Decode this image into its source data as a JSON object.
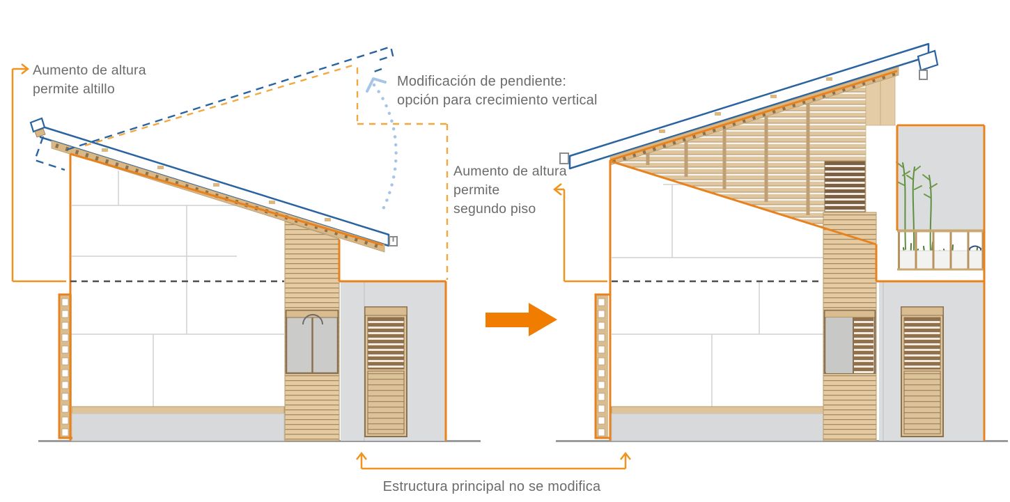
{
  "annotations": {
    "left_note": {
      "lines": [
        "Aumento de altura",
        "permite altillo"
      ]
    },
    "center_note": {
      "lines": [
        "Modificación de pendiente:",
        "opción para crecimiento vertical"
      ]
    },
    "right_note": {
      "lines": [
        "Aumento de altura",
        "permite",
        "segundo piso"
      ]
    },
    "bottom_note": {
      "text": "Estructura principal no se modifica"
    }
  },
  "icons": {
    "transform_arrow": "solid-right-arrow",
    "left_note_arrow": "arrow-right",
    "right_note_arrow": "arrow-left",
    "bottom_note_arrows": "arrow-up-pair",
    "pivot_arrow": "curved-dotted-arrow-up"
  },
  "colors": {
    "annotation_text": "#6B6B6B",
    "structure_orange": "#E8821E",
    "bracket_orange": "#F0941F",
    "arrow_orange": "#F07D00",
    "amber_dashed": "#F0A83F",
    "roof_blue": "#2A64A0",
    "dotted_light_blue": "#A6C5E8",
    "ground_gray": "#9B9B9B",
    "level_dashed_gray": "#4E4E4E",
    "wood_light": "#E6CBA2",
    "wood_frame": "#8A7150",
    "concrete_gray": "#DBDCDE",
    "plant_green": "#5E8F3E"
  }
}
